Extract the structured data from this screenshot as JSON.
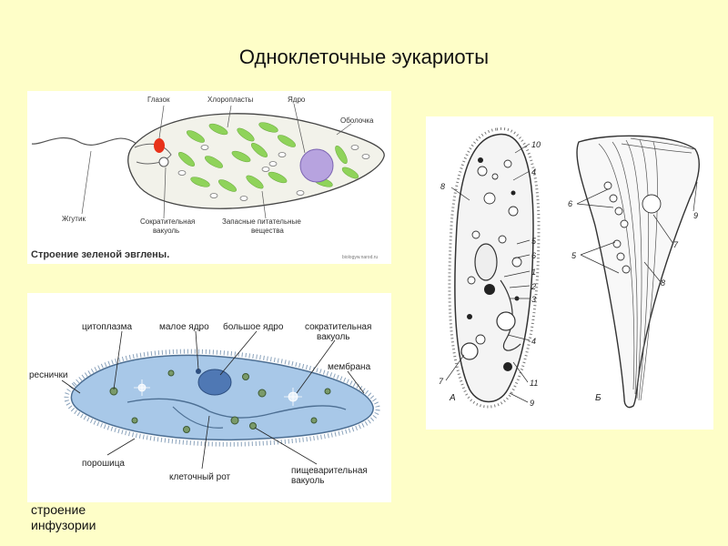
{
  "slide": {
    "title": "Одноклеточные эукариоты",
    "footer_caption": "строение инфузории"
  },
  "euglena": {
    "caption": "Строение зеленой эвглены.",
    "watermark": "biologyw.narod.ru",
    "labels": {
      "eyespot": "Глазок",
      "chloroplasts": "Хлоропласты",
      "nucleus": "Ядро",
      "membrane": "Оболочка",
      "flagellum": "Жгутик",
      "contractile_line1": "Сократительная",
      "contractile_line2": "вакуоль",
      "reserves_line1": "Запасные питательные",
      "reserves_line2": "вещества"
    }
  },
  "paramecium": {
    "labels": {
      "cytoplasm": "цитоплазма",
      "micronucleus": "малое ядро",
      "macronucleus": "большое ядро",
      "contractile_line1": "сократительная",
      "contractile_line2": "вакуоль",
      "cilia": "реснички",
      "membrane": "мембрана",
      "anal_pore": "порошица",
      "cell_mouth": "клеточный рот",
      "digestive_line1": "пищеварительная",
      "digestive_line2": "вакуоль"
    }
  },
  "ciliates": {
    "label_a": "А",
    "label_b": "Б",
    "a_numbers": [
      "10",
      "4",
      "8",
      "5",
      "6",
      "1",
      "2",
      "3",
      "4",
      "7",
      "11",
      "9"
    ],
    "b_numbers": [
      "6",
      "9",
      "7",
      "5",
      "8"
    ]
  },
  "colors": {
    "background": "#fefec8",
    "euglena_chloroplast": "#8fd35a",
    "euglena_nucleus": "#b7a3df",
    "euglena_eyespot": "#e8321a",
    "paramecium_body": "#a8c8e8",
    "paramecium_nucleus": "#4f78b4"
  }
}
